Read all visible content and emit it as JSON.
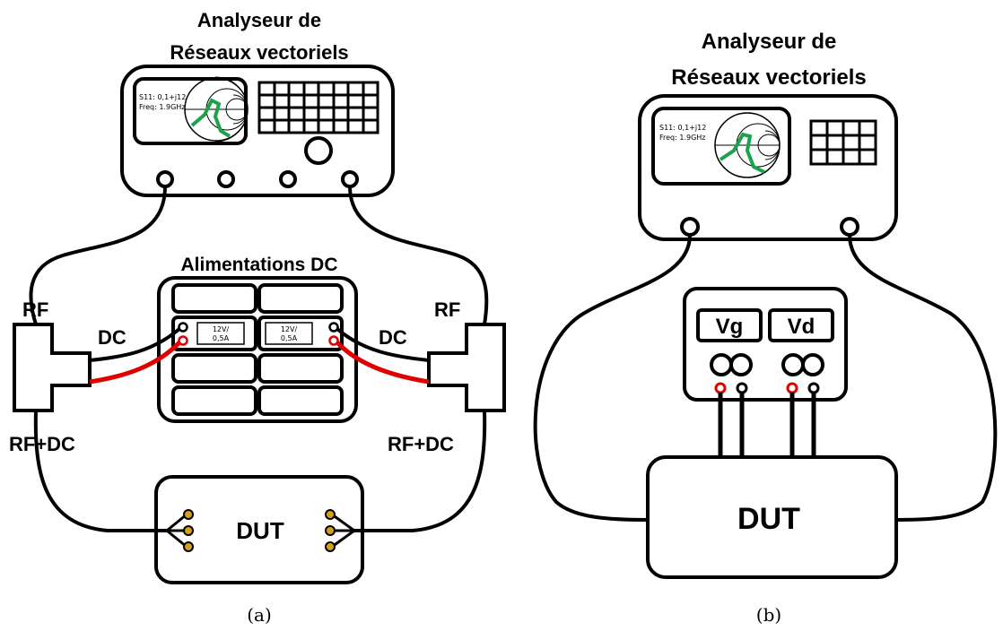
{
  "panel_a": {
    "analyzer_title_line1": "Analyseur de",
    "analyzer_title_line2": "Réseaux vectoriels",
    "screen_line1": "S11: 0,1+j12",
    "screen_line2": "Freq: 1.9GHz",
    "supply_title": "Alimentations DC",
    "supply_label_left_line1": "12V/",
    "supply_label_left_line2": "0,5A",
    "supply_label_right_line1": "12V/",
    "supply_label_right_line2": "0,5A",
    "left_rf": "RF",
    "left_dc": "DC",
    "left_rfdc": "RF+DC",
    "right_rf": "RF",
    "right_dc": "DC",
    "right_rfdc": "RF+DC",
    "dut": "DUT",
    "caption": "(a)"
  },
  "panel_b": {
    "analyzer_title_line1": "Analyseur de",
    "analyzer_title_line2": "Réseaux vectoriels",
    "screen_line1": "S11: 0,1+j12",
    "screen_line2": "Freq: 1.9GHz",
    "vg": "Vg",
    "vd": "Vd",
    "dut": "DUT",
    "caption": "(b)"
  },
  "colors": {
    "smith_trace": "#1aa34a",
    "dc_positive": "#e00000",
    "dut_pins": "#d4a017"
  }
}
